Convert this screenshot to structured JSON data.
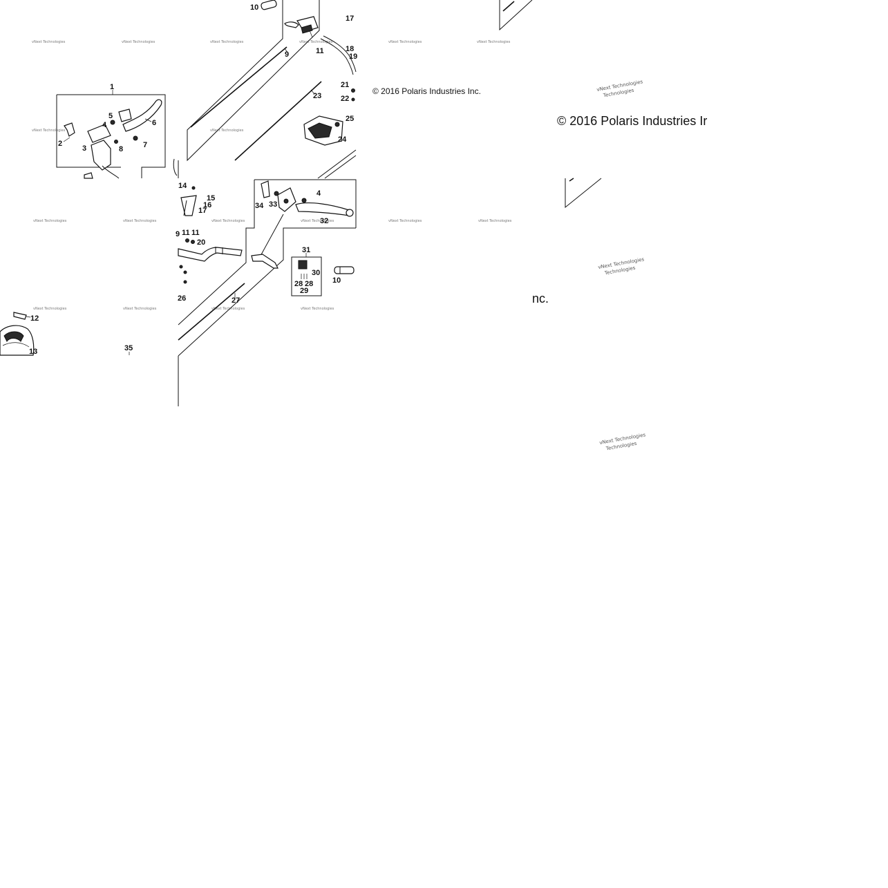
{
  "copyright": {
    "small": "© 2016 Polaris Industries Inc.",
    "large": "© 2016 Polaris Industries Ir",
    "fragment": "nc."
  },
  "watermark": {
    "small": "vNext Technologies",
    "large_line1": "vNext Technologies",
    "large_line2": "Technologies"
  },
  "callouts": {
    "c1": "1",
    "c2": "2",
    "c3": "3",
    "c4a": "4",
    "c5": "5",
    "c6": "6",
    "c7": "7",
    "c8": "8",
    "c9": "9",
    "c10a": "10",
    "c10b": "10",
    "c11a": "11",
    "c11b": "11",
    "c12": "12",
    "c13": "13",
    "c14": "14",
    "c15": "15",
    "c16": "16",
    "c17a": "17",
    "c17b": "17",
    "c18": "18",
    "c19a": "19",
    "c19b": "9",
    "c20": "20",
    "c21": "21",
    "c22": "22",
    "c23": "23",
    "c24": "24",
    "c25": "25",
    "c26": "26",
    "c27": "27",
    "c28a": "28",
    "c28b": "28",
    "c29": "29",
    "c30": "30",
    "c31": "31",
    "c32": "32",
    "c33": "33",
    "c34": "34",
    "c35": "35",
    "c4b": "4"
  }
}
